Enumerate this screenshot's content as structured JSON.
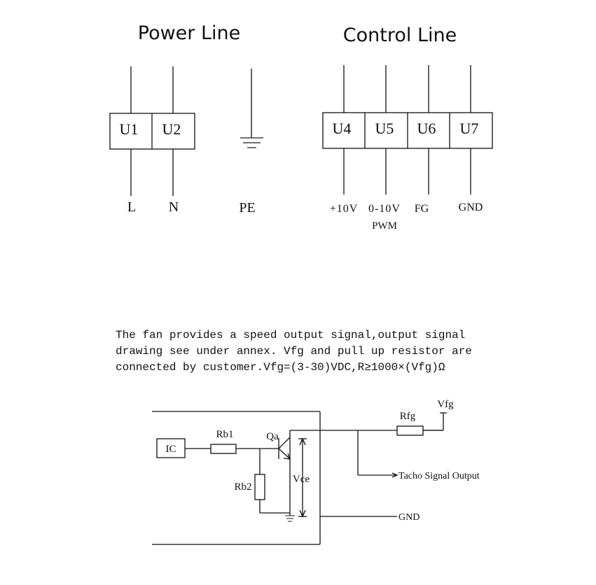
{
  "power_line": {
    "title": "Power Line",
    "terminals": [
      {
        "id": "U1",
        "label": "L"
      },
      {
        "id": "U2",
        "label": "N"
      }
    ],
    "ground_label": "PE"
  },
  "control_line": {
    "title": "Control Line",
    "terminals": [
      {
        "id": "U4",
        "label": "+10V",
        "sublabel": ""
      },
      {
        "id": "U5",
        "label": "0-10V",
        "sublabel": "PWM"
      },
      {
        "id": "U6",
        "label": "FG",
        "sublabel": ""
      },
      {
        "id": "U7",
        "label": "GND",
        "sublabel": ""
      }
    ]
  },
  "description": {
    "lines": [
      "The fan provides a speed output signal,output signal",
      "drawing see under annex. Vfg and pull up resistor are",
      "connected by customer.Vfg=(3-30)VDC,R≥1000×(Vfg)Ω"
    ]
  },
  "circuit": {
    "ic_label": "IC",
    "rb1_label": "Rb1",
    "rb2_label": "Rb2",
    "transistor_label": "Qa",
    "vce_label": "Vce",
    "rfg_label": "Rfg",
    "vfg_label": "Vfg",
    "tacho_label": "Tacho Signal Output",
    "gnd_label": "GND"
  }
}
